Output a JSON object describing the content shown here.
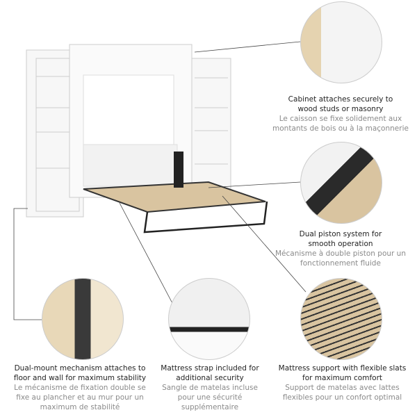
{
  "features": [
    {
      "en": "Cabinet attaches securely to wood studs or masonry",
      "fr": "Le caisson se fixe solidement aux montants de bois ou à la maçonnerie"
    },
    {
      "en": "Dual piston system for smooth operation",
      "fr": "Mécanisme à double piston pour un fonctionnement fluide"
    },
    {
      "en": "Dual-mount mechanism attaches to floor and wall for maximum stability",
      "fr": "Le mécanisme de fixation double se fixe au plancher et au mur pour un maximum de stabilité"
    },
    {
      "en": "Mattress strap included for additional security",
      "fr": "Sangle de matelas incluse pour une sécurité supplémentaire"
    },
    {
      "en": "Mattress support with flexible slats for maximum comfort",
      "fr": "Support de matelas avec lattes flexibles pour un confort optimal"
    }
  ]
}
